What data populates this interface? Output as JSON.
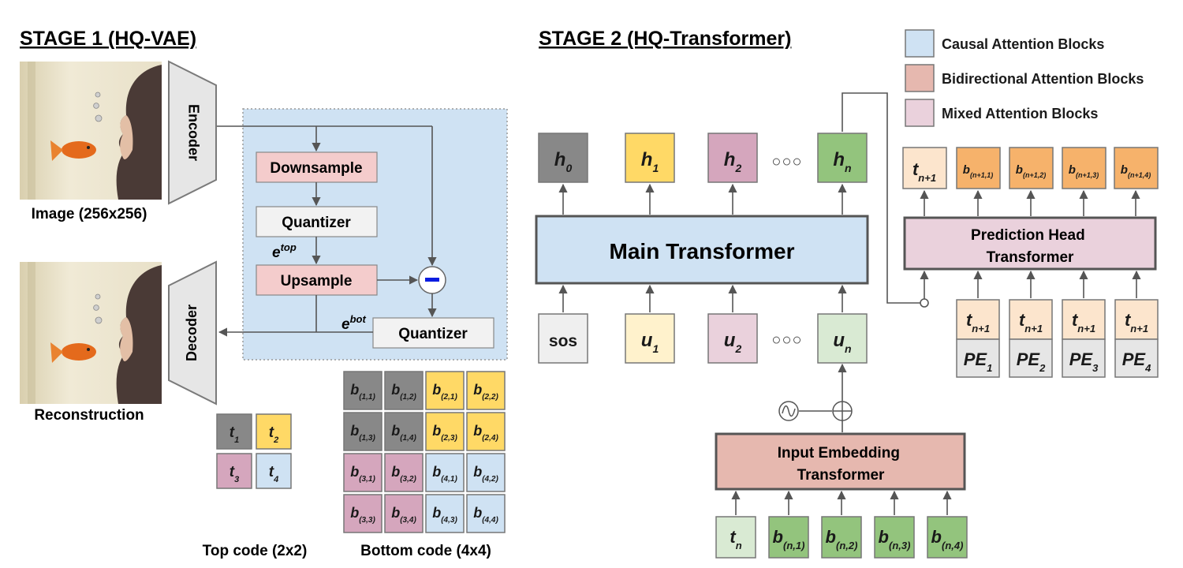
{
  "stage1": {
    "title": "STAGE 1 (HQ-VAE)",
    "image_caption": "Image (256x256)",
    "reconstruction_caption": "Reconstruction",
    "encoder_label": "Encoder",
    "decoder_label": "Decoder",
    "downsample_label": "Downsample",
    "quantizer_top_label": "Quantizer",
    "upsample_label": "Upsample",
    "quantizer_bot_label": "Quantizer",
    "subtract_symbol": "−",
    "e_top": {
      "base": "e",
      "sup": "top"
    },
    "e_bot": {
      "base": "e",
      "sup": "bot"
    },
    "top_code_caption": "Top code (2x2)",
    "bottom_code_caption": "Bottom code (4x4)",
    "top_code": [
      {
        "base": "t",
        "sub": "1",
        "color": "#888888"
      },
      {
        "base": "t",
        "sub": "2",
        "color": "#ffd966"
      },
      {
        "base": "t",
        "sub": "3",
        "color": "#d5a6bd"
      },
      {
        "base": "t",
        "sub": "4",
        "color": "#cfe2f3"
      }
    ],
    "bottom_code": [
      [
        {
          "base": "b",
          "sub": "(1,1)",
          "color": "#888888"
        },
        {
          "base": "b",
          "sub": "(1,2)",
          "color": "#888888"
        },
        {
          "base": "b",
          "sub": "(2,1)",
          "color": "#ffd966"
        },
        {
          "base": "b",
          "sub": "(2,2)",
          "color": "#ffd966"
        }
      ],
      [
        {
          "base": "b",
          "sub": "(1,3)",
          "color": "#888888"
        },
        {
          "base": "b",
          "sub": "(1,4)",
          "color": "#888888"
        },
        {
          "base": "b",
          "sub": "(2,3)",
          "color": "#ffd966"
        },
        {
          "base": "b",
          "sub": "(2,4)",
          "color": "#ffd966"
        }
      ],
      [
        {
          "base": "b",
          "sub": "(3,1)",
          "color": "#d5a6bd"
        },
        {
          "base": "b",
          "sub": "(3,2)",
          "color": "#d5a6bd"
        },
        {
          "base": "b",
          "sub": "(4,1)",
          "color": "#cfe2f3"
        },
        {
          "base": "b",
          "sub": "(4,2)",
          "color": "#cfe2f3"
        }
      ],
      [
        {
          "base": "b",
          "sub": "(3,3)",
          "color": "#d5a6bd"
        },
        {
          "base": "b",
          "sub": "(3,4)",
          "color": "#d5a6bd"
        },
        {
          "base": "b",
          "sub": "(4,3)",
          "color": "#cfe2f3"
        },
        {
          "base": "b",
          "sub": "(4,4)",
          "color": "#cfe2f3"
        }
      ]
    ]
  },
  "stage2": {
    "title": "STAGE 2 (HQ-Transformer)",
    "main_transformer_label": "Main Transformer",
    "prediction_head_label": [
      "Prediction Head",
      "Transformer"
    ],
    "input_embedding_label": [
      "Input Embedding",
      "Transformer"
    ],
    "ellipsis": "○○○",
    "outputs": [
      {
        "base": "h",
        "sub": "0",
        "color": "#888888"
      },
      {
        "base": "h",
        "sub": "1",
        "color": "#ffd966"
      },
      {
        "base": "h",
        "sub": "2",
        "color": "#d5a6bd"
      },
      {
        "base": "h",
        "sub": "n",
        "color": "#93c47d"
      }
    ],
    "inputs": [
      {
        "base": "sos",
        "sub": "",
        "color": "#efefef"
      },
      {
        "base": "u",
        "sub": "1",
        "color": "#fff2cc"
      },
      {
        "base": "u",
        "sub": "2",
        "color": "#ead1dc"
      },
      {
        "base": "u",
        "sub": "n",
        "color": "#d9ead3"
      }
    ],
    "pred_outputs": [
      {
        "base": "t",
        "sub": "n+1",
        "color": "#fce5cd"
      },
      {
        "base": "b",
        "sub": "(n+1,1)",
        "color": "#f6b26b"
      },
      {
        "base": "b",
        "sub": "(n+1,2)",
        "color": "#f6b26b"
      },
      {
        "base": "b",
        "sub": "(n+1,3)",
        "color": "#f6b26b"
      },
      {
        "base": "b",
        "sub": "(n+1,4)",
        "color": "#f6b26b"
      }
    ],
    "pred_inputs": [
      {
        "top": {
          "base": "t",
          "sub": "n+1"
        },
        "bottom": {
          "base": "PE",
          "sub": "1"
        }
      },
      {
        "top": {
          "base": "t",
          "sub": "n+1"
        },
        "bottom": {
          "base": "PE",
          "sub": "2"
        }
      },
      {
        "top": {
          "base": "t",
          "sub": "n+1"
        },
        "bottom": {
          "base": "PE",
          "sub": "3"
        }
      },
      {
        "top": {
          "base": "t",
          "sub": "n+1"
        },
        "bottom": {
          "base": "PE",
          "sub": "4"
        }
      }
    ],
    "embed_inputs": [
      {
        "base": "t",
        "sub": "n",
        "color": "#d9ead3"
      },
      {
        "base": "b",
        "sub": "(n,1)",
        "color": "#93c47d"
      },
      {
        "base": "b",
        "sub": "(n,2)",
        "color": "#93c47d"
      },
      {
        "base": "b",
        "sub": "(n,3)",
        "color": "#93c47d"
      },
      {
        "base": "b",
        "sub": "(n,4)",
        "color": "#93c47d"
      }
    ]
  },
  "legend": [
    {
      "label": "Causal Attention Blocks",
      "color": "#cfe2f3"
    },
    {
      "label": "Bidirectional Attention Blocks",
      "color": "#e6b8af"
    },
    {
      "label": "Mixed Attention Blocks",
      "color": "#ead1dc"
    }
  ]
}
